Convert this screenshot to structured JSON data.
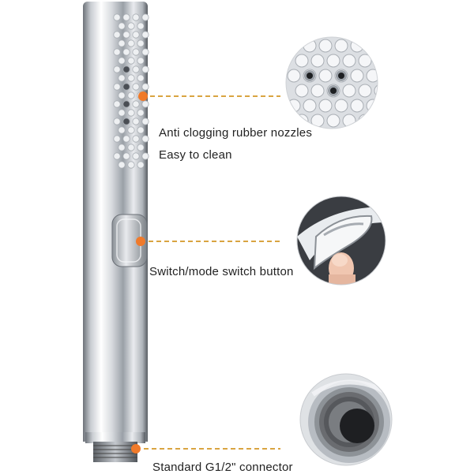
{
  "annotations": {
    "nozzles_line1": "Anti clogging rubber nozzles",
    "nozzles_line2": "Easy to clean",
    "switch": "Switch/mode switch button",
    "connector": "Standard G1/2\" connector"
  },
  "colors": {
    "chrome_light": "#f5f6f8",
    "chrome_mid": "#b9bec4",
    "chrome_dark": "#5f656c",
    "marker": "#f07a2a",
    "leader": "#d9a441",
    "rubber": "#6a6c70"
  }
}
